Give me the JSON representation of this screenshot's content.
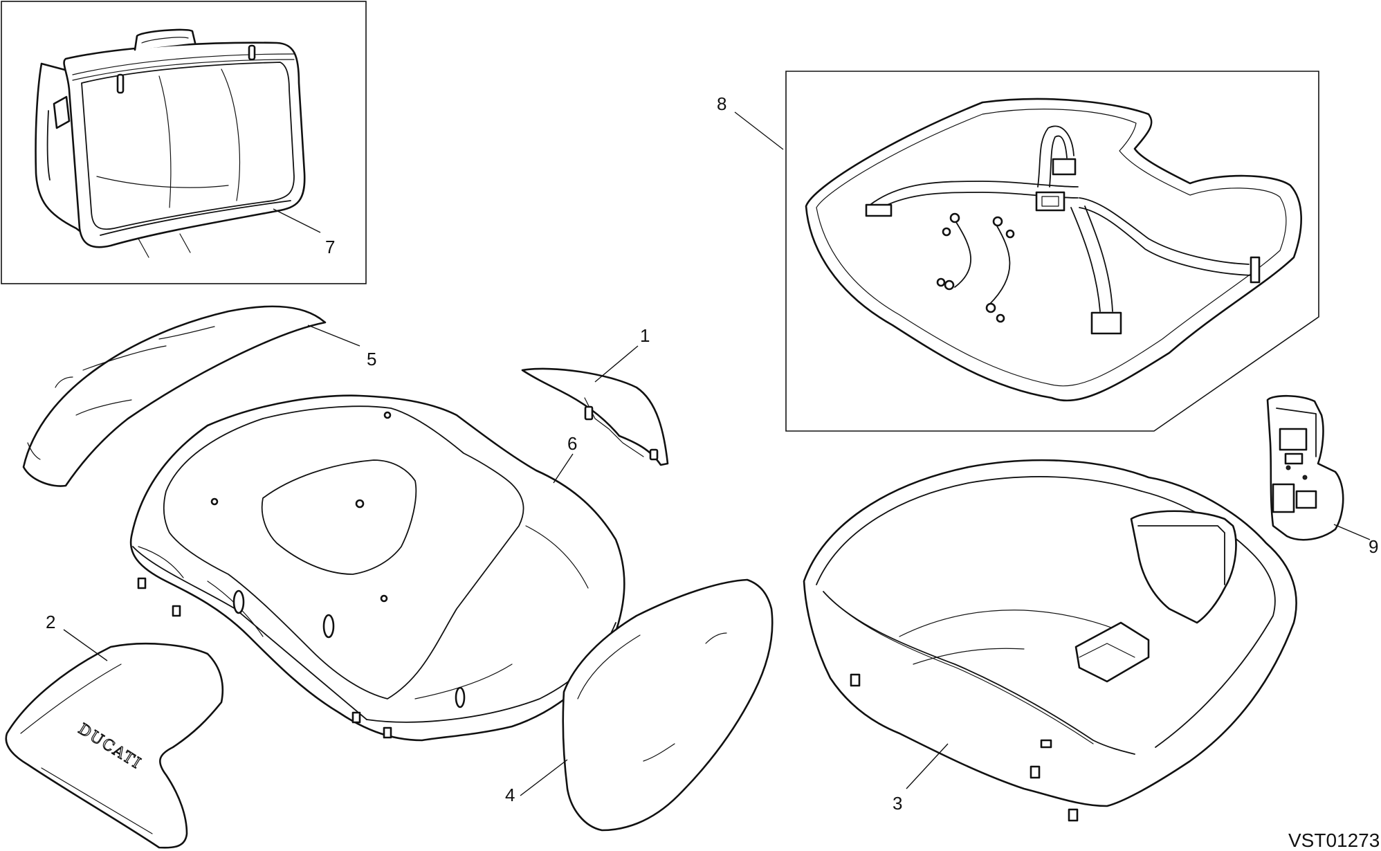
{
  "drawing_code": "VST01273",
  "brand_mark": "DUCATI",
  "callouts": {
    "c1": "1",
    "c2": "2",
    "c3": "3",
    "c4": "4",
    "c5": "5",
    "c6": "6",
    "c7": "7",
    "c8": "8",
    "c9": "9"
  }
}
